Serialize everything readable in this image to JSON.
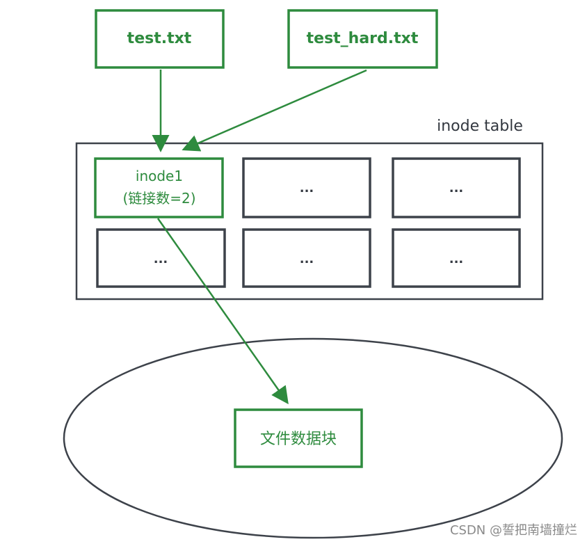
{
  "colors": {
    "green": "#2e8b3e",
    "dark": "#3d424a",
    "watermark": "#8a8a8a"
  },
  "files": [
    {
      "label": "test.txt"
    },
    {
      "label": "test_hard.txt"
    }
  ],
  "inode_table": {
    "label": "inode table",
    "cells": [
      {
        "line1": "inode1",
        "line2": "(链接数=2)"
      },
      {
        "text": "..."
      },
      {
        "text": "..."
      },
      {
        "text": "..."
      },
      {
        "text": "..."
      },
      {
        "text": "..."
      }
    ]
  },
  "data_block": {
    "label": "文件数据块"
  },
  "watermark": "CSDN @誓把南墙撞烂"
}
